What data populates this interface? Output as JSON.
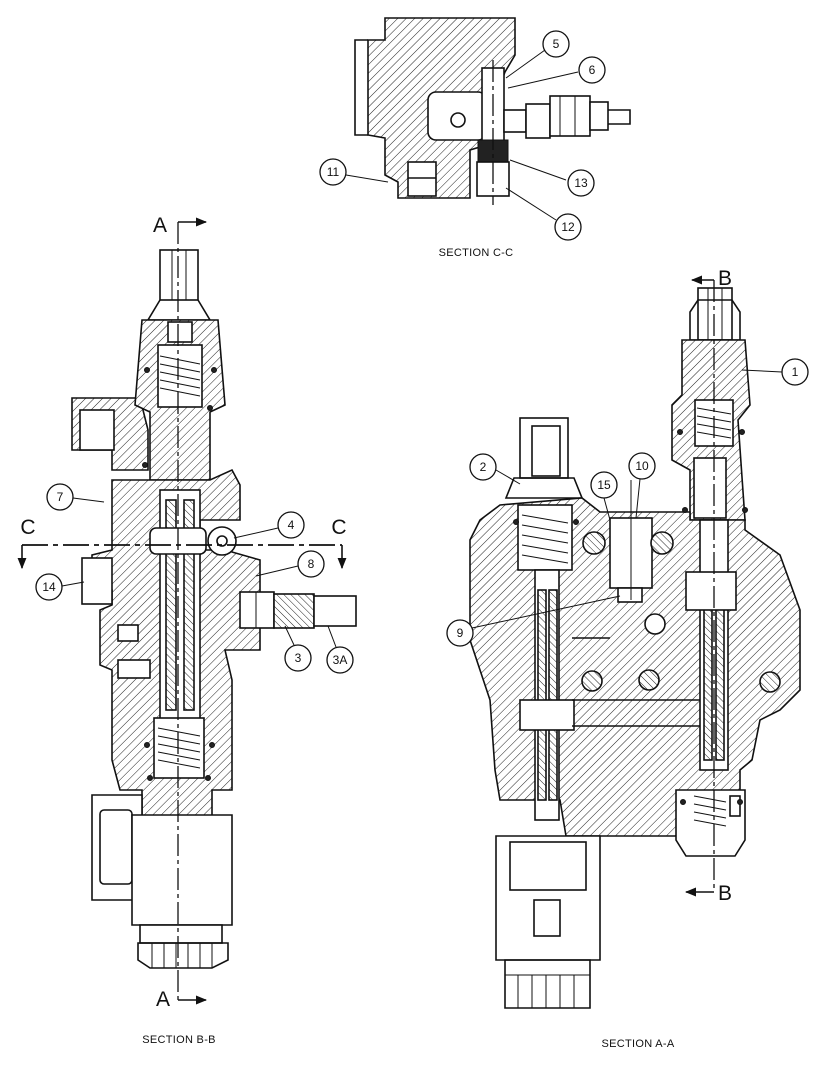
{
  "sections": {
    "cc": {
      "caption": "SECTION C-C"
    },
    "bb": {
      "caption": "SECTION B-B",
      "cut_top": "A",
      "cut_bottom": "A",
      "cut_left": "C",
      "cut_right": "C"
    },
    "aa": {
      "caption": "SECTION A-A",
      "cut_top": "B",
      "cut_bottom": "B"
    }
  },
  "balloons": {
    "b1": "1",
    "b2": "2",
    "b3": "3",
    "b3a": "3A",
    "b4": "4",
    "b5": "5",
    "b6": "6",
    "b7": "7",
    "b8": "8",
    "b9": "9",
    "b10": "10",
    "b11": "11",
    "b12": "12",
    "b13": "13",
    "b14": "14",
    "b15": "15"
  }
}
